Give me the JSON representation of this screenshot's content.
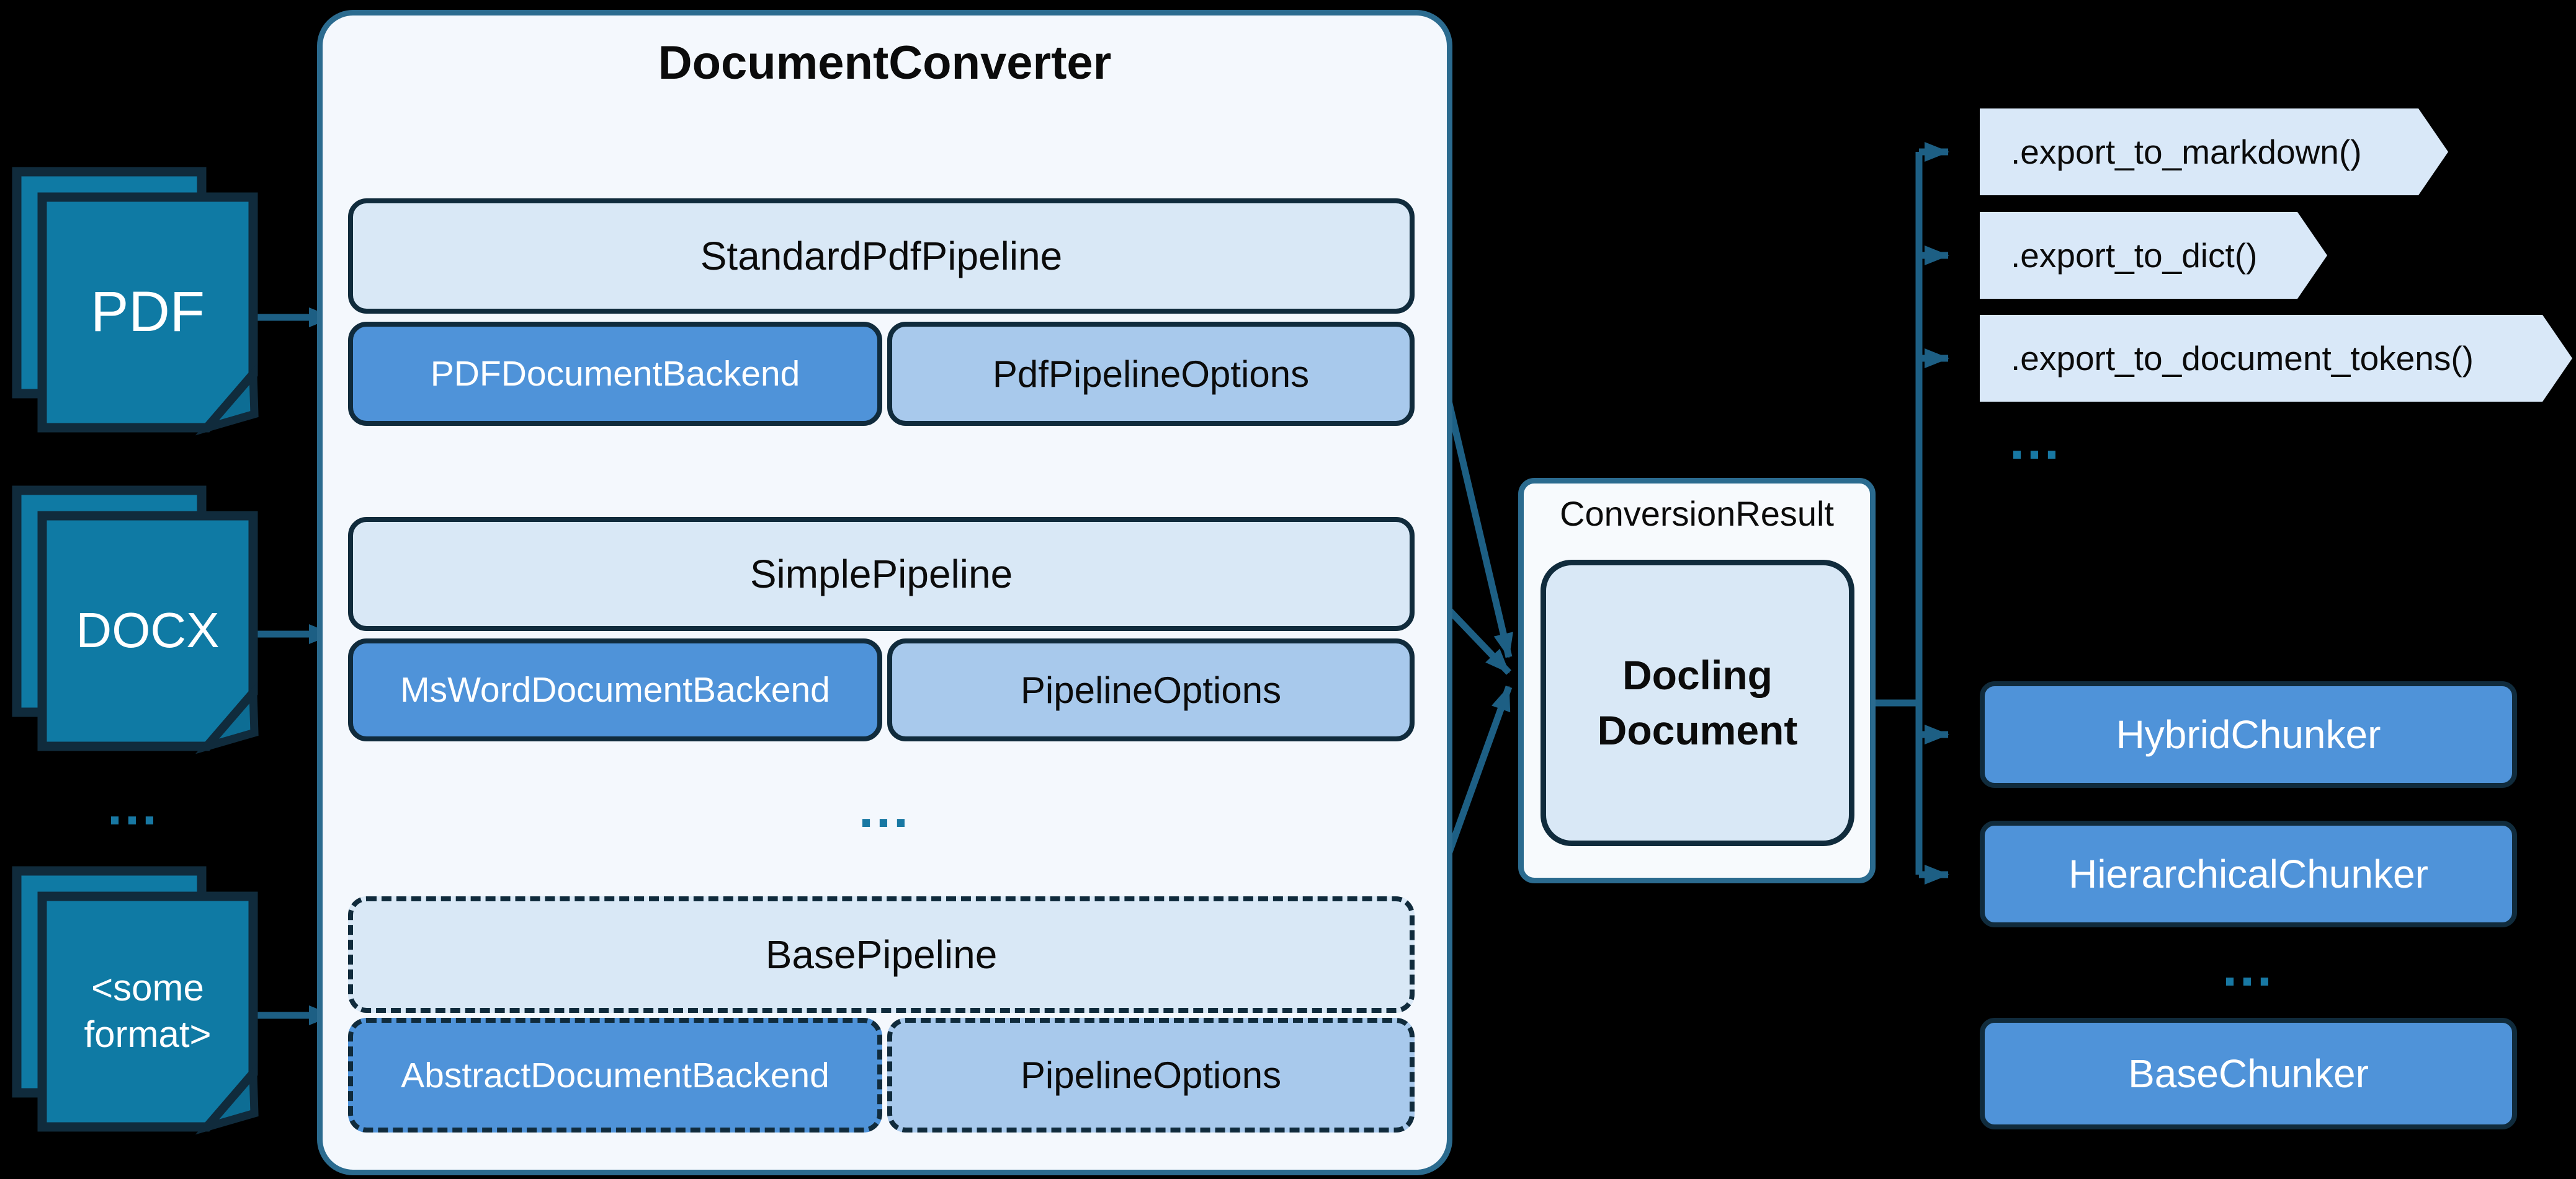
{
  "converter": {
    "title": "DocumentConverter"
  },
  "inputs": {
    "items": [
      {
        "label": "PDF"
      },
      {
        "label": "DOCX"
      },
      {
        "label": "<some format>"
      }
    ],
    "ellipsis": "..."
  },
  "pipelines": {
    "items": [
      {
        "name": "StandardPdfPipeline",
        "backend": "PDFDocumentBackend",
        "options": "PdfPipelineOptions"
      },
      {
        "name": "SimplePipeline",
        "backend": "MsWordDocumentBackend",
        "options": "PipelineOptions"
      },
      {
        "name": "BasePipeline",
        "backend": "AbstractDocumentBackend",
        "options": "PipelineOptions"
      }
    ],
    "ellipsis": "..."
  },
  "result": {
    "title": "ConversionResult",
    "document": "Docling Document"
  },
  "exports": {
    "items": [
      {
        "label": ".export_to_markdown()"
      },
      {
        "label": ".export_to_dict()"
      },
      {
        "label": ".export_to_document_tokens()"
      }
    ],
    "ellipsis": "..."
  },
  "chunkers": {
    "items": [
      {
        "label": "HybridChunker"
      },
      {
        "label": "HierarchicalChunker"
      },
      {
        "label": "BaseChunker"
      }
    ],
    "ellipsis": "..."
  },
  "colors": {
    "doc_icon_fill": "#0f7aa4",
    "dark_outline": "#102b3c",
    "panel_border_teal": "#2b6b8f",
    "connector_teal": "#1d5f84",
    "pipeline_fill": "#d9e8f6",
    "backend_fill": "#4f93d9",
    "options_fill": "#a8c9ec",
    "container_fill": "#f4f8fd",
    "tag_fill": "#d9e8f8",
    "ellipsis_teal": "#1878a3"
  }
}
